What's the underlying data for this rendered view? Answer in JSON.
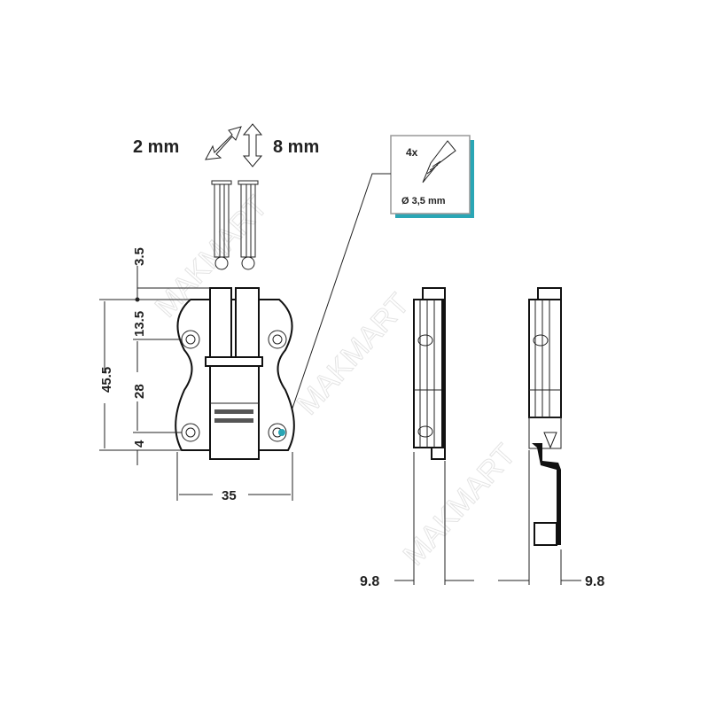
{
  "adjustments": {
    "lateral": "2 mm",
    "vertical": "8 mm"
  },
  "screw_callout": {
    "quantity": "4x",
    "diameter": "Ø 3,5 mm"
  },
  "front_view_dimensions": {
    "total_height": "45.5",
    "top_offset": "3.5",
    "upper_hole": "13.5",
    "hole_spacing": "28",
    "bottom_offset": "4",
    "width": "35"
  },
  "side_view_dimensions": {
    "left_depth": "9.8",
    "right_depth": "9.8"
  },
  "colors": {
    "accent": "#2aa6b5",
    "line": "#222222"
  },
  "watermark": "MAKMART"
}
